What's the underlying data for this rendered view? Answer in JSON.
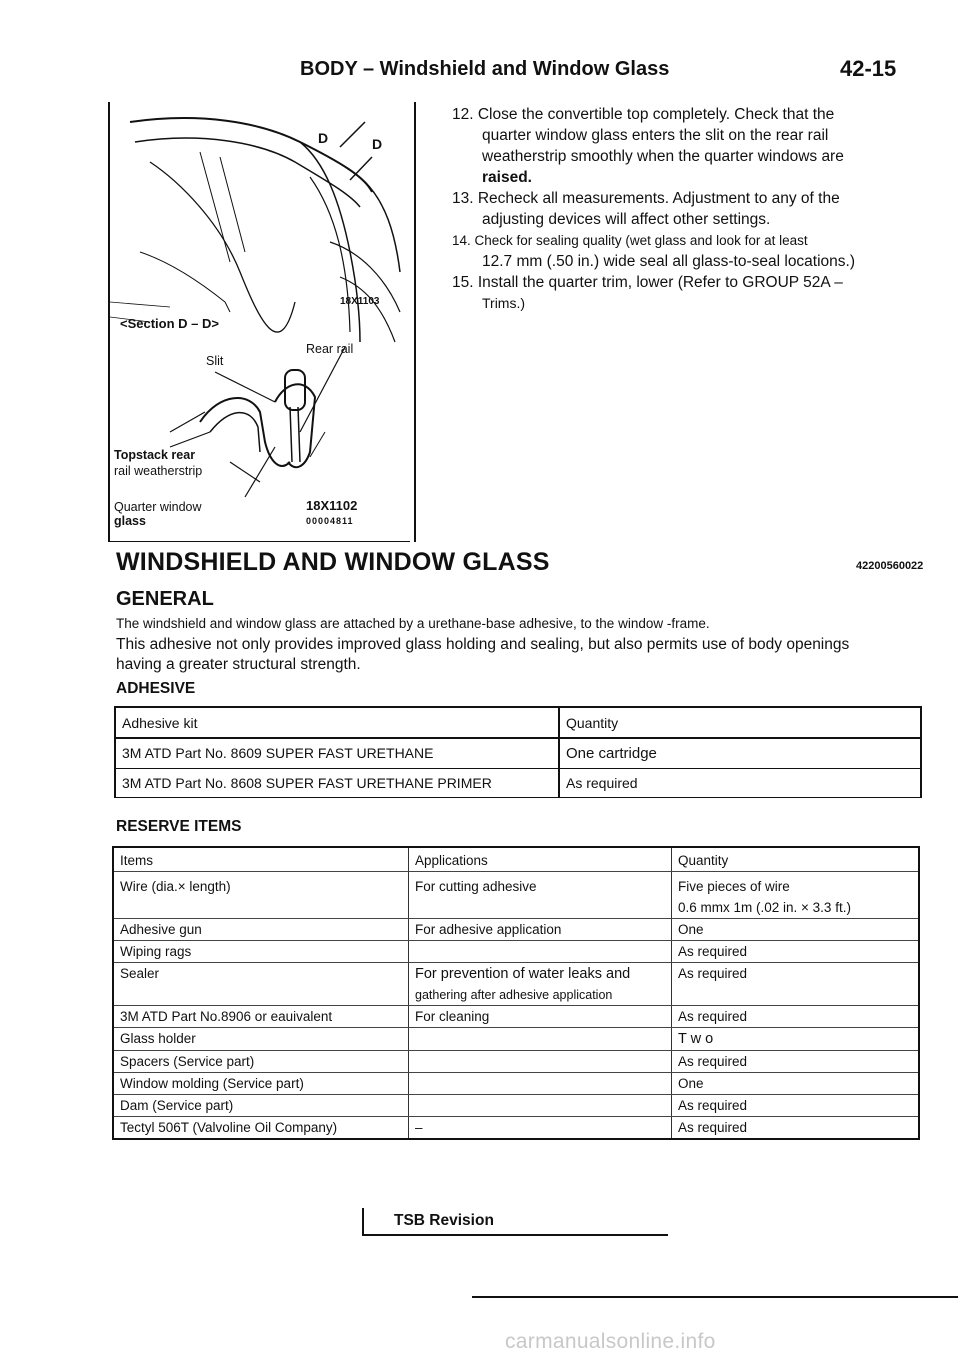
{
  "header": {
    "title": "BODY – Windshield and Window Glass",
    "page_number": "42-15"
  },
  "figure": {
    "label_d1": "D",
    "label_d2": "D",
    "code_top": "18X1103",
    "section_label": "<Section D – D>",
    "label_slit": "Slit",
    "label_rear_rail": "Rear rail",
    "label_topstack_line1": "Topstack rear",
    "label_topstack_line2": "rail weatherstrip",
    "label_quarter_line1": "Quarter window",
    "label_quarter_line2": "glass",
    "code_bottom": "18X1102",
    "code_small": "00004811"
  },
  "steps": {
    "s12_line1": "12. Close the convertible top completely. Check that the",
    "s12_line2": "quarter window glass enters the slit on the rear rail",
    "s12_line3": "weatherstrip smoothly when the quarter windows are",
    "s12_line4": "raised.",
    "s13_line1": "13. Recheck all measurements. Adjustment to any of the",
    "s13_line2": "adjusting devices will affect other settings.",
    "s14_line1": "14. Check for sealing quality (wet glass and look for at least",
    "s14_line2": "12.7 mm (.50 in.) wide seal all glass-to-seal locations.)",
    "s15_line1": "15. Install the quarter trim, lower (Refer to GROUP 52A –",
    "s15_line2": "Trims.)"
  },
  "section": {
    "title": "WINDSHIELD AND WINDOW GLASS",
    "code": "42200560022",
    "general_title": "GENERAL",
    "general_p1": "The windshield and window glass are attached by a urethane-base adhesive, to the window -frame.",
    "general_p2": "This adhesive not only provides improved glass holding and sealing, but also permits use of body openings",
    "general_p3": "having a greater structural strength.",
    "adhesive_title": "ADHESIVE",
    "reserve_title": "RESERVE ITEMS"
  },
  "adhesive_table": {
    "headers": [
      "Adhesive kit",
      "Quantity"
    ],
    "rows": [
      [
        "3M ATD Part No. 8609 SUPER FAST URETHANE",
        "One cartridge"
      ],
      [
        "3M ATD Part No. 8608 SUPER FAST URETHANE PRIMER",
        "As required"
      ]
    ]
  },
  "reserve_table": {
    "headers": [
      "Items",
      "Applications",
      "Quantity"
    ],
    "rows": [
      [
        "Wire (dia.× length)",
        "For cutting adhesive",
        "Five pieces of wire"
      ],
      [
        "",
        "",
        "0.6 mmx 1m (.02 in. × 3.3 ft.)"
      ],
      [
        "Adhesive gun",
        "For adhesive application",
        "One"
      ],
      [
        "Wiping rags",
        "",
        "As required"
      ],
      [
        "Sealer",
        "For prevention of water leaks and",
        "As required"
      ],
      [
        "",
        "gathering after adhesive application",
        ""
      ],
      [
        "3M ATD Part No.8906 or eauivalent",
        "For cleaning",
        "As required"
      ],
      [
        "Glass holder",
        "",
        "T w o"
      ],
      [
        "Spacers (Service part)",
        "",
        "As required"
      ],
      [
        "Window molding (Service part)",
        "",
        "One"
      ],
      [
        "Dam (Service part)",
        "",
        "As required"
      ],
      [
        "Tectyl 506T (Valvoline Oil Company)",
        "–",
        "As required"
      ]
    ]
  },
  "footer": {
    "tsb": "TSB Revision",
    "watermark": "carmanualsonline.info"
  }
}
